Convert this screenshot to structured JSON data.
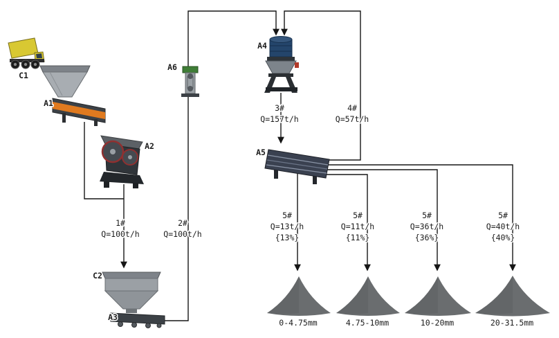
{
  "equipment_labels": {
    "c1": "C1",
    "a1": "A1",
    "a2": "A2",
    "c2": "C2",
    "a3": "A3",
    "a6": "A6",
    "a4": "A4",
    "a5": "A5"
  },
  "streams": {
    "s1": {
      "id": "1#",
      "rate": "Q=100t/h"
    },
    "s2": {
      "id": "2#",
      "rate": "Q=100t/h"
    },
    "s3": {
      "id": "3#",
      "rate": "Q=157t/h"
    },
    "s4": {
      "id": "4#",
      "rate": "Q=57t/h"
    },
    "s5_1": {
      "id": "5#",
      "rate": "Q=13t/h",
      "pct": "{13%}"
    },
    "s5_2": {
      "id": "5#",
      "rate": "Q=11t/h",
      "pct": "{11%}"
    },
    "s5_3": {
      "id": "5#",
      "rate": "Q=36t/h",
      "pct": "{36%}"
    },
    "s5_4": {
      "id": "5#",
      "rate": "Q=40t/h",
      "pct": "{40%}"
    }
  },
  "products": {
    "p1": "0-4.75mm",
    "p2": "4.75-10mm",
    "p3": "10-20mm",
    "p4": "20-31.5mm"
  },
  "colors": {
    "truck_yellow": "#d8c832",
    "feeder_orange": "#e07a1f",
    "crusher_navy": "#24456b",
    "machine_gray": "#9aa0a5",
    "pile_gray": "#6a6d6f",
    "a6_green": "#3f7d36",
    "line_black": "#161616"
  }
}
